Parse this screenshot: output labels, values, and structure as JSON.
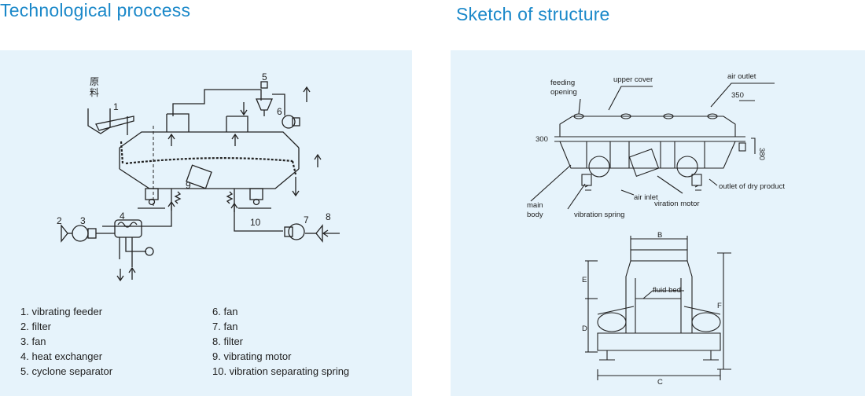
{
  "titles": {
    "left": "Technological proccess",
    "right": "Sketch of structure"
  },
  "process": {
    "raw_material_label": "原料",
    "numbers": [
      "1",
      "2",
      "3",
      "4",
      "5",
      "6",
      "7",
      "8",
      "9",
      "10"
    ]
  },
  "legend_left": [
    "1. vibrating feeder",
    "2. filter",
    "3. fan",
    "4. heat exchanger",
    "5. cyclone separator"
  ],
  "legend_right": [
    "6.  fan",
    "7.  fan",
    "8.  filter",
    "9.  vibrating motor",
    "10. vibration separating spring"
  ],
  "structure_side": {
    "feeding_opening": "feeding\nopening",
    "upper_cover": "upper cover",
    "air_outlet": "air outlet",
    "dim_350": "350",
    "dim_300": "300",
    "dim_380": "380",
    "main_body": "main\nbody",
    "air_inlet": "air inlet",
    "vibration_spring": "vibration spring",
    "vibration_motor": "viration motor",
    "outlet_dry": "outlet of dry product"
  },
  "structure_front": {
    "dim_b": "B",
    "dim_e": "E",
    "dim_d": "D",
    "dim_f": "F",
    "dim_c": "C",
    "fluid_bed": "fluid bed"
  },
  "colors": {
    "title": "#1a88c9",
    "panel": "#e6f3fb",
    "ink": "#222222"
  }
}
